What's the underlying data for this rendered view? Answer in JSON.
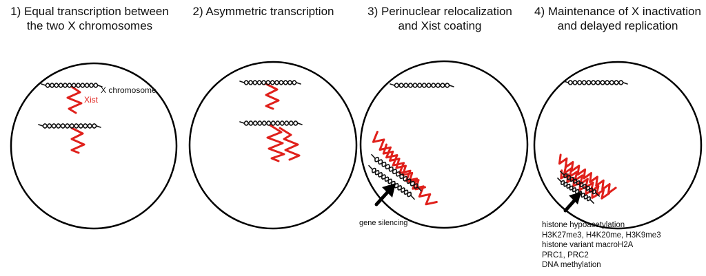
{
  "panels": [
    {
      "title_line1": "1) Equal transcription between",
      "title_line2": "the two X chromosomes"
    },
    {
      "title_line1": "2) Asymmetric transcription",
      "title_line2": ""
    },
    {
      "title_line1": "3) Perinuclear relocalization",
      "title_line2": "and Xist coating"
    },
    {
      "title_line1": "4) Maintenance of X inactivation",
      "title_line2": "and delayed replication"
    }
  ],
  "labels": {
    "x_chromosome": "X chromosome",
    "xist": "Xist",
    "gene_silencing": "gene silencing"
  },
  "marks": [
    "histone hypoacetylation",
    "H3K27me3, H4K20me, H3K9me3",
    "histone variant macroH2A",
    "PRC1, PRC2",
    "DNA methylation"
  ],
  "colors": {
    "xist_rna": "#e0201b",
    "chromosome": "#111111",
    "nucleus_outline": "#000000"
  }
}
